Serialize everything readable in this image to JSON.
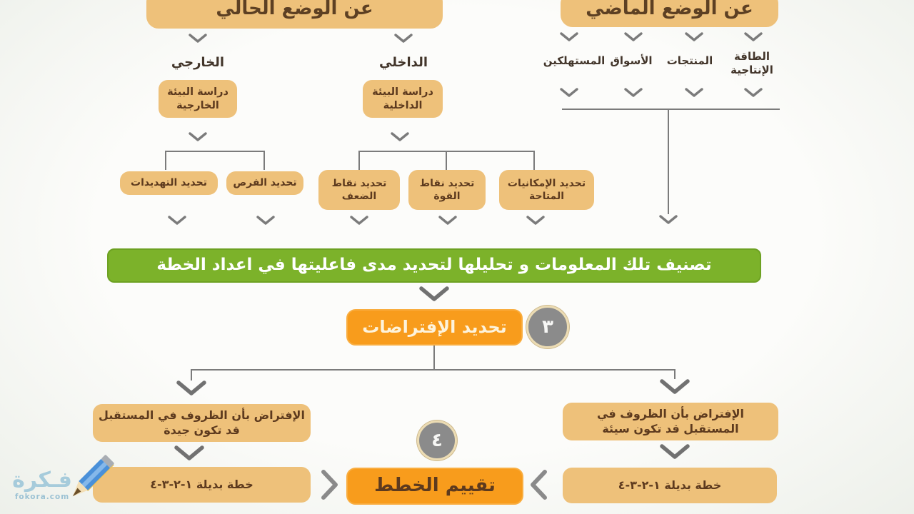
{
  "top": {
    "current_title": "عن الوضع الحالي",
    "past_title": "عن الوضع الماضي"
  },
  "current_branches": {
    "external_label": "الخارجي",
    "internal_label": "الداخلي"
  },
  "past_categories": {
    "c1": "الطاقة الإنتاجية",
    "c2": "المنتجات",
    "c3": "الأسواق",
    "c4": "المستهلكين"
  },
  "study_boxes": {
    "external": "دراسة البيئة الخارجية",
    "internal": "دراسة البيئة الداخلية"
  },
  "identify_boxes": {
    "threats": "تحديد التهديدات",
    "opportunities": "تحديد الفرص",
    "weaknesses": "تحديد نقاط الضعف",
    "strengths": "تحديد نقاط القوة",
    "capabilities": "تحديد الإمكانيات المتاحة"
  },
  "classify_bar_label": "تصنيف تلك المعلومات و تحليلها لتحديد مدى فاعليتها في اعداد الخطة",
  "step3": {
    "label": "تحديد الإفتراضات",
    "number": "٣"
  },
  "assumptions": {
    "good": "الإفتراض بأن الظروف في المستقبل قد تكون جيدة",
    "bad": "الإفتراض بأن الظروف في المستقبل قد تكون سيئة"
  },
  "step4": {
    "label": "تقييم الخطط",
    "number": "٤"
  },
  "alternative_plans": {
    "left": "خطة بديلة ١-٢-٣-٤",
    "right": "خطة بديلة ١-٢-٣-٤"
  },
  "watermark": {
    "brand": "فـكرة",
    "domain": "fokora.com"
  },
  "icons": {
    "chevron_down": "chevron-down-icon",
    "chevron_left": "chevron-left-icon",
    "chevron_right": "chevron-right-icon",
    "pencil": "pencil-icon"
  },
  "palette": {
    "background": "#f5f6f3",
    "tan_box": "#eec17a",
    "box_text_brown": "#5d3a1e",
    "orange_box": "#f89c1c",
    "orange_box_light_text": "#fdf3dc",
    "green_bar": "#7cb22a",
    "connector_gray": "#7b7b7b",
    "circle_gray": "#8b8b8b",
    "circle_ring": "#ecdcb4",
    "watermark_blue": "#a6cbdb"
  }
}
